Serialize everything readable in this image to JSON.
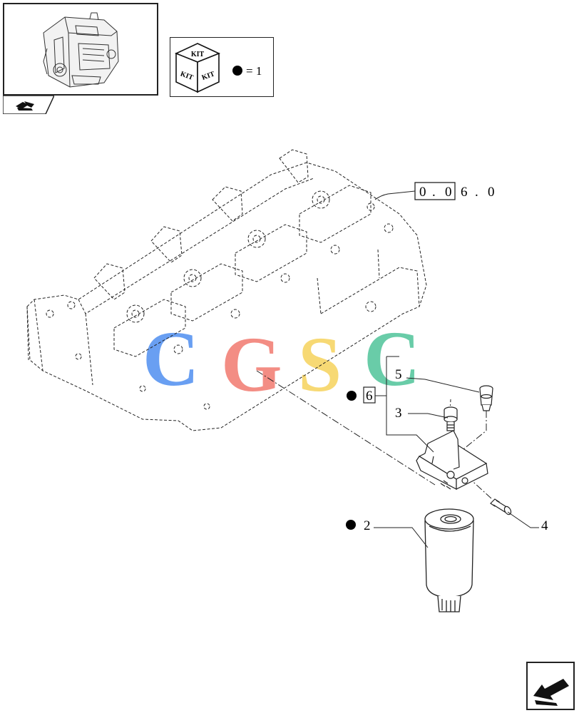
{
  "kit_legend": {
    "kit_label_top": "KIT",
    "kit_label_left": "KIT",
    "kit_label_right": "KIT",
    "equals_text": "= 1"
  },
  "reference": {
    "chars": [
      "0",
      ".",
      "0",
      "6",
      ".",
      "0"
    ]
  },
  "callouts": {
    "part_2": "2",
    "part_3": "3",
    "part_4": "4",
    "part_5": "5",
    "part_6": "6"
  },
  "watermark": {
    "letters": [
      "C",
      "G",
      "S",
      "C"
    ],
    "colors": [
      "#4f8ff0",
      "#f27a6f",
      "#f6d35c",
      "#4fc49a"
    ]
  },
  "colors": {
    "line": "#222222",
    "bullet": "#000000"
  }
}
